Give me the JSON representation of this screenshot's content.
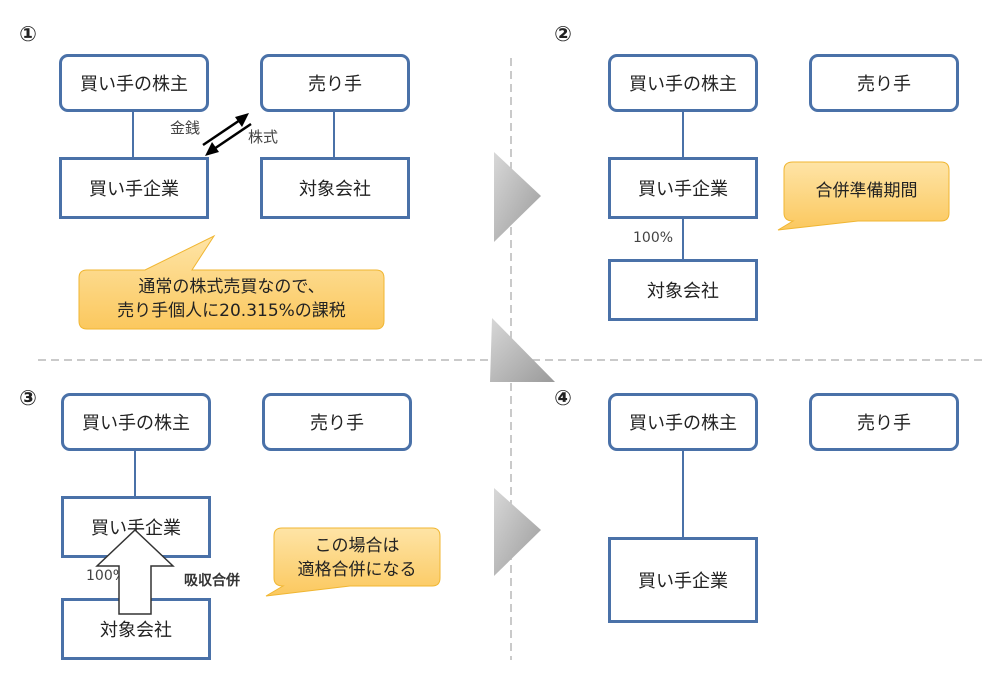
{
  "colors": {
    "box_border": "#4a71a8",
    "callout_fill": "#fdd47c",
    "callout_stroke": "#f0b632",
    "divider": "#b9b9b9",
    "triangle": "#a8a8a8"
  },
  "panel1": {
    "step": "①",
    "buyer_shareholder": "買い手の株主",
    "seller": "売り手",
    "buyer_company": "買い手企業",
    "target_company": "対象会社",
    "money_label": "金銭",
    "shares_label": "株式",
    "callout_line1": "通常の株式売買なので、",
    "callout_line2": "売り手個人に20.315%の課税"
  },
  "panel2": {
    "step": "②",
    "buyer_shareholder": "買い手の株主",
    "seller": "売り手",
    "buyer_company": "買い手企業",
    "target_company": "対象会社",
    "ownership": "100%",
    "callout": "合併準備期間"
  },
  "panel3": {
    "step": "③",
    "buyer_shareholder": "買い手の株主",
    "seller": "売り手",
    "buyer_company": "買い手企業",
    "target_company": "対象会社",
    "ownership": "100%",
    "merger_label": "吸収合併",
    "callout_line1": "この場合は",
    "callout_line2": "適格合併になる"
  },
  "panel4": {
    "step": "④",
    "buyer_shareholder": "買い手の株主",
    "seller": "売り手",
    "buyer_company": "買い手企業"
  }
}
